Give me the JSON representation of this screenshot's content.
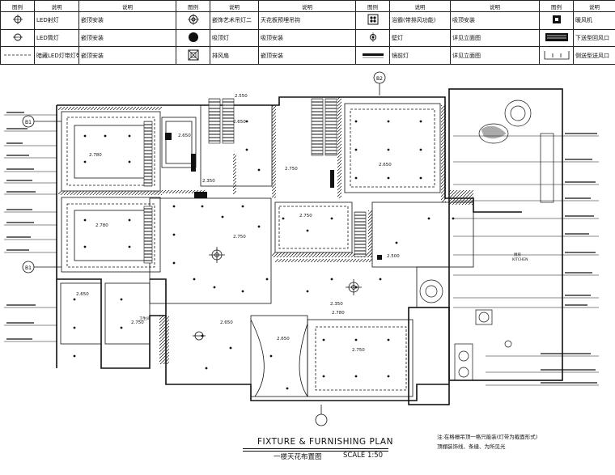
{
  "legend": {
    "headers": [
      "图例",
      "说明",
      "说明",
      "图例",
      "说明",
      "说明",
      "图例",
      "说明",
      "说明",
      "图例",
      "说明"
    ],
    "rows": [
      {
        "c1": "LED射灯",
        "c2": "嵌顶安装",
        "c4": "嵌饰艺术吊灯二",
        "c5": "天花板预埋吊钩",
        "c7": "浴霸(带排风功能)",
        "c8": "吸顶安装",
        "c10": "暖风机"
      },
      {
        "c1": "LED筒灯",
        "c2": "嵌顶安装",
        "c4": "吸顶灯",
        "c5": "吸顶安装",
        "c7": "壁灯",
        "c8": "详见立面图",
        "c10": "下送型回风口"
      },
      {
        "c1": "暗藏LED灯带灯带",
        "c2": "嵌顶安装",
        "c4": "排风扇",
        "c5": "嵌顶安装",
        "c7": "镜前灯",
        "c8": "详见立面图",
        "c10": "侧送型送风口"
      }
    ]
  },
  "plan": {
    "axis_top": "B2",
    "axis_left_1": "B1",
    "axis_left_2": "B1",
    "heights": [
      "2.550",
      "2.650",
      "2.780",
      "2.780",
      "2.650",
      "2.350",
      "2.750",
      "2.650",
      "2.750",
      "2.500",
      "2.750",
      "2.650",
      "2.750",
      "2.650",
      "2.750",
      "2.350",
      "2.780",
      "2.650"
    ],
    "room_labels": [
      "KITCHEN",
      "厨房",
      "卫生间"
    ]
  },
  "title": {
    "main": "FIXTURE & FURNISHING PLAN",
    "sub": "一楼天花布置图",
    "scale": "SCALE  1:50"
  },
  "notes": {
    "line1": "注:在格栅吊顶一格只能装(灯带为截面形式)",
    "line2": "顶棚装饰线、条缝、为所见光"
  }
}
